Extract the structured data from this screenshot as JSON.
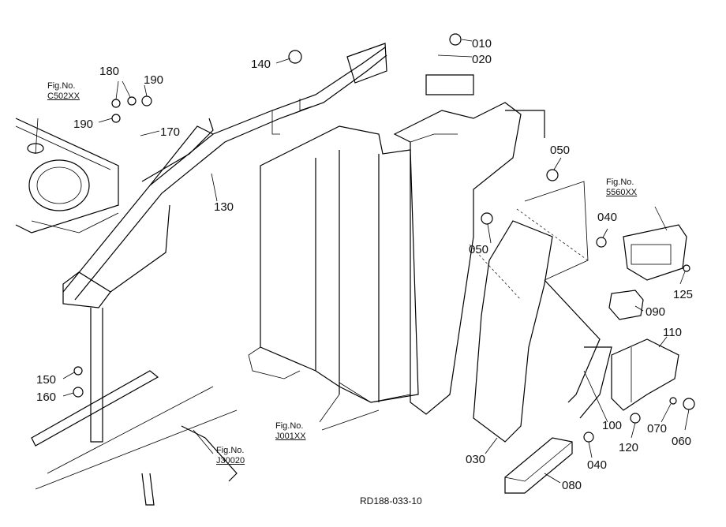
{
  "parts": [
    {
      "id": "010",
      "label": "010"
    },
    {
      "id": "020",
      "label": "020"
    },
    {
      "id": "030",
      "label": "030"
    },
    {
      "id": "040a",
      "label": "040"
    },
    {
      "id": "040b",
      "label": "040"
    },
    {
      "id": "050a",
      "label": "050"
    },
    {
      "id": "050b",
      "label": "050"
    },
    {
      "id": "060",
      "label": "060"
    },
    {
      "id": "070",
      "label": "070"
    },
    {
      "id": "080",
      "label": "080"
    },
    {
      "id": "090",
      "label": "090"
    },
    {
      "id": "100",
      "label": "100"
    },
    {
      "id": "110",
      "label": "110"
    },
    {
      "id": "120",
      "label": "120"
    },
    {
      "id": "125",
      "label": "125"
    },
    {
      "id": "130",
      "label": "130"
    },
    {
      "id": "140",
      "label": "140"
    },
    {
      "id": "150",
      "label": "150"
    },
    {
      "id": "160",
      "label": "160"
    },
    {
      "id": "170",
      "label": "170"
    },
    {
      "id": "180",
      "label": "180"
    },
    {
      "id": "190a",
      "label": "190"
    },
    {
      "id": "190b",
      "label": "190"
    }
  ],
  "fig_refs": [
    {
      "id": "c502",
      "title": "Fig.No.",
      "ref": "C502XX"
    },
    {
      "id": "5560",
      "title": "Fig.No.",
      "ref": "5560XX"
    },
    {
      "id": "j001",
      "title": "Fig.No.",
      "ref": "J001XX"
    },
    {
      "id": "j300",
      "title": "Fig.No.",
      "ref": "J30020"
    }
  ],
  "drawing_code": "RD188-033-10"
}
